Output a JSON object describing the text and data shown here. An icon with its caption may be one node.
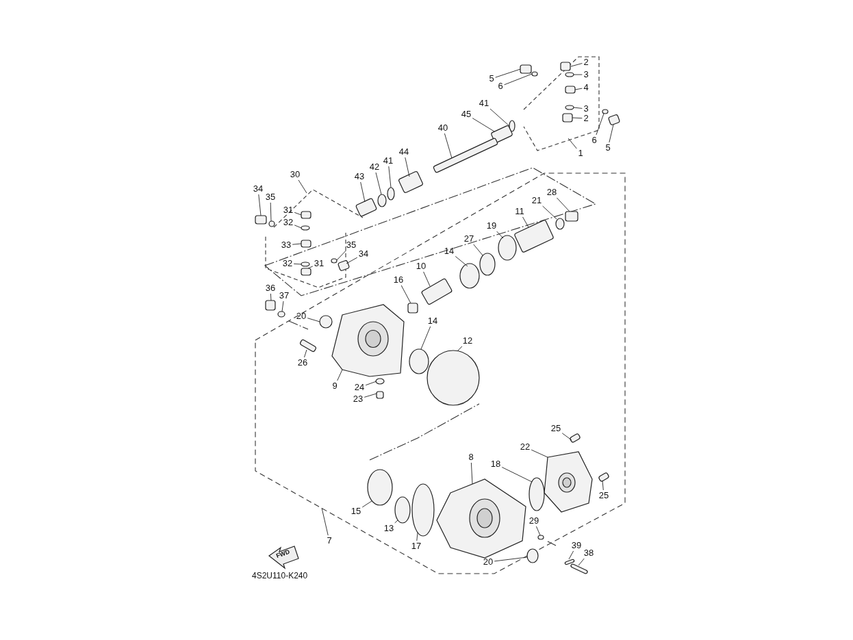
{
  "diagram": {
    "nodes": [
      {
        "text": [
          "2"
        ]
      },
      {
        "text": [
          "5"
        ]
      },
      {
        "text": [
          "3"
        ]
      },
      {
        "text": [
          "6"
        ]
      },
      {
        "text": [
          "4"
        ]
      },
      {
        "text": [
          "41"
        ]
      },
      {
        "text": [
          "3"
        ]
      },
      {
        "text": [
          "2"
        ]
      },
      {
        "text": [
          "45"
        ]
      },
      {
        "text": [
          "40"
        ]
      },
      {
        "text": [
          "6"
        ]
      },
      {
        "text": [
          "5"
        ]
      },
      {
        "text": [
          "1"
        ]
      },
      {
        "text": [
          "44"
        ]
      },
      {
        "text": [
          "41"
        ]
      },
      {
        "text": [
          "42"
        ]
      },
      {
        "text": [
          "43"
        ]
      },
      {
        "text": [
          "30"
        ]
      },
      {
        "text": [
          "34"
        ]
      },
      {
        "text": [
          "35"
        ]
      },
      {
        "text": [
          "28"
        ]
      },
      {
        "text": [
          "21"
        ]
      },
      {
        "text": [
          "31"
        ]
      },
      {
        "text": [
          "11"
        ]
      },
      {
        "text": [
          "32"
        ]
      },
      {
        "text": [
          "19"
        ]
      },
      {
        "text": [
          "27"
        ]
      },
      {
        "text": [
          "33"
        ]
      },
      {
        "text": [
          "35"
        ]
      },
      {
        "text": [
          "14"
        ]
      },
      {
        "text": [
          "34"
        ]
      },
      {
        "text": [
          "32"
        ]
      },
      {
        "text": [
          "31"
        ]
      },
      {
        "text": [
          "10"
        ]
      },
      {
        "text": [
          "16"
        ]
      },
      {
        "text": [
          "36"
        ]
      },
      {
        "text": [
          "37"
        ]
      },
      {
        "text": [
          "20"
        ]
      },
      {
        "text": [
          "14"
        ]
      },
      {
        "text": [
          "12"
        ]
      },
      {
        "text": [
          "26"
        ]
      },
      {
        "text": [
          "24"
        ]
      },
      {
        "text": [
          "9"
        ]
      },
      {
        "text": [
          "23"
        ]
      },
      {
        "text": [
          "25"
        ]
      },
      {
        "text": [
          "22"
        ]
      },
      {
        "text": [
          "8"
        ]
      },
      {
        "text": [
          "18"
        ]
      },
      {
        "text": [
          "25"
        ]
      },
      {
        "text": [
          "15"
        ]
      },
      {
        "text": [
          "13"
        ]
      },
      {
        "text": [
          "29"
        ]
      },
      {
        "text": [
          "7"
        ]
      },
      {
        "text": [
          "39"
        ]
      },
      {
        "text": [
          "17"
        ]
      },
      {
        "text": [
          "20"
        ]
      },
      {
        "text": [
          "38"
        ]
      },
      {
        "text": [],
        "shape": "box"
      },
      {
        "text": [],
        "shape": "box"
      },
      {
        "text": [],
        "shape": "circle"
      },
      {
        "text": [],
        "shape": "circle"
      },
      {
        "text": [],
        "shape": "box"
      },
      {
        "text": [],
        "shape": "circle"
      },
      {
        "text": [],
        "shape": "circle"
      },
      {
        "text": [],
        "shape": "box"
      },
      {
        "text": [],
        "shape": "box"
      },
      {
        "text": [],
        "shape": "box"
      },
      {
        "text": [],
        "shape": "circle"
      },
      {
        "text": [],
        "shape": "box"
      },
      {
        "text": [],
        "shape": "box"
      },
      {
        "text": [],
        "shape": "circle"
      },
      {
        "text": [],
        "shape": "circle"
      },
      {
        "text": [],
        "shape": "box"
      },
      {
        "text": [],
        "shape": "box"
      },
      {
        "text": [],
        "shape": "circle"
      },
      {
        "text": [],
        "shape": "box"
      },
      {
        "text": [],
        "shape": "circle"
      },
      {
        "text": [],
        "shape": "box"
      },
      {
        "text": [],
        "shape": "box"
      },
      {
        "text": [],
        "shape": "circle"
      },
      {
        "text": [],
        "shape": "circle"
      },
      {
        "text": [],
        "shape": "circle"
      },
      {
        "text": [],
        "shape": "box"
      },
      {
        "text": [],
        "shape": "circle"
      },
      {
        "text": [],
        "shape": "circle"
      },
      {
        "text": [],
        "shape": "box"
      },
      {
        "text": [],
        "shape": "circle"
      },
      {
        "text": [],
        "shape": "box"
      },
      {
        "text": [],
        "shape": "box"
      },
      {
        "text": [],
        "shape": "box"
      },
      {
        "text": [],
        "shape": "box"
      },
      {
        "text": [],
        "shape": "circle"
      },
      {
        "text": [],
        "shape": "circle"
      },
      {
        "text": [],
        "shape": "circle"
      },
      {
        "text": [],
        "shape": "circle"
      },
      {
        "text": [],
        "shape": "box"
      },
      {
        "text": [],
        "shape": "circle"
      },
      {
        "text": [],
        "shape": "picture"
      },
      {
        "text": [],
        "shape": "box"
      },
      {
        "text": [],
        "shape": "box"
      },
      {
        "text": [],
        "shape": "picture"
      },
      {
        "text": [],
        "shape": "picture"
      },
      {
        "text": [],
        "shape": "circle"
      },
      {
        "text": [],
        "shape": "box"
      },
      {
        "text": [],
        "shape": "circle"
      },
      {
        "text": [],
        "shape": "circle"
      },
      {
        "text": [],
        "shape": "circle"
      },
      {
        "text": [],
        "shape": "box"
      },
      {
        "text": [],
        "shape": "circle"
      },
      {
        "text": [],
        "shape": "circle"
      },
      {
        "text": [],
        "shape": "box"
      }
    ],
    "edges": [
      {
        "from": 0,
        "to": 57,
        "arrow": "none"
      },
      {
        "from": 1,
        "to": 58,
        "arrow": "none"
      },
      {
        "from": 2,
        "to": 59,
        "arrow": "none"
      },
      {
        "from": 3,
        "to": 60,
        "arrow": "none"
      },
      {
        "from": 4,
        "to": 61,
        "arrow": "none"
      },
      {
        "from": 5,
        "to": 62,
        "arrow": "none"
      },
      {
        "from": 6,
        "to": 63,
        "arrow": "none"
      },
      {
        "from": 7,
        "to": 64,
        "arrow": "none"
      },
      {
        "from": 8,
        "to": 65,
        "arrow": "none"
      },
      {
        "from": 9,
        "to": 66,
        "arrow": "none"
      },
      {
        "from": 10,
        "to": 67,
        "arrow": "none"
      },
      {
        "from": 11,
        "to": 68,
        "arrow": "none"
      },
      {
        "from": 12,
        "to": null,
        "arrow": "none"
      },
      {
        "from": 13,
        "to": 69,
        "arrow": "none"
      },
      {
        "from": 14,
        "to": 70,
        "arrow": "none"
      },
      {
        "from": 15,
        "to": 71,
        "arrow": "none"
      },
      {
        "from": 16,
        "to": 72,
        "arrow": "none"
      },
      {
        "from": 17,
        "to": null,
        "arrow": "none"
      },
      {
        "from": 18,
        "to": 73,
        "arrow": "none"
      },
      {
        "from": 19,
        "to": 74,
        "arrow": "none"
      },
      {
        "from": 20,
        "to": 75,
        "arrow": "none"
      },
      {
        "from": 21,
        "to": 76,
        "arrow": "none"
      },
      {
        "from": 22,
        "to": 77,
        "arrow": "none"
      },
      {
        "from": 23,
        "to": 78,
        "arrow": "none"
      },
      {
        "from": 24,
        "to": 79,
        "arrow": "none"
      },
      {
        "from": 25,
        "to": 80,
        "arrow": "none"
      },
      {
        "from": 26,
        "to": 81,
        "arrow": "none"
      },
      {
        "from": 27,
        "to": 82,
        "arrow": "none"
      },
      {
        "from": 28,
        "to": 83,
        "arrow": "none"
      },
      {
        "from": 29,
        "to": 84,
        "arrow": "none"
      },
      {
        "from": 30,
        "to": 85,
        "arrow": "none"
      },
      {
        "from": 31,
        "to": 86,
        "arrow": "none"
      },
      {
        "from": 32,
        "to": 87,
        "arrow": "none"
      },
      {
        "from": 33,
        "to": 88,
        "arrow": "none"
      },
      {
        "from": 34,
        "to": 89,
        "arrow": "none"
      },
      {
        "from": 35,
        "to": 90,
        "arrow": "none"
      },
      {
        "from": 36,
        "to": 91,
        "arrow": "none"
      },
      {
        "from": 37,
        "to": 92,
        "arrow": "none"
      },
      {
        "from": 38,
        "to": 93,
        "arrow": "none"
      },
      {
        "from": 39,
        "to": 94,
        "arrow": "none"
      },
      {
        "from": 40,
        "to": 95,
        "arrow": "none"
      },
      {
        "from": 41,
        "to": 96,
        "arrow": "none"
      },
      {
        "from": 42,
        "to": 97,
        "arrow": "none"
      },
      {
        "from": 43,
        "to": 98,
        "arrow": "none"
      },
      {
        "from": 44,
        "to": 99,
        "arrow": "none"
      },
      {
        "from": 45,
        "to": 100,
        "arrow": "none"
      },
      {
        "from": 46,
        "to": 101,
        "arrow": "none"
      },
      {
        "from": 47,
        "to": 102,
        "arrow": "none"
      },
      {
        "from": 48,
        "to": 103,
        "arrow": "none"
      },
      {
        "from": 49,
        "to": 104,
        "arrow": "none"
      },
      {
        "from": 50,
        "to": 105,
        "arrow": "none"
      },
      {
        "from": 51,
        "to": 106,
        "arrow": "none"
      },
      {
        "from": 52,
        "to": null,
        "arrow": "none"
      },
      {
        "from": 53,
        "to": 107,
        "arrow": "none"
      },
      {
        "from": 54,
        "to": 108,
        "arrow": "none"
      },
      {
        "from": 55,
        "to": 109,
        "arrow": "none"
      },
      {
        "from": 56,
        "to": 110,
        "arrow": "none"
      }
    ],
    "labels": [
      "FWD",
      "4S2U110-K240"
    ]
  }
}
